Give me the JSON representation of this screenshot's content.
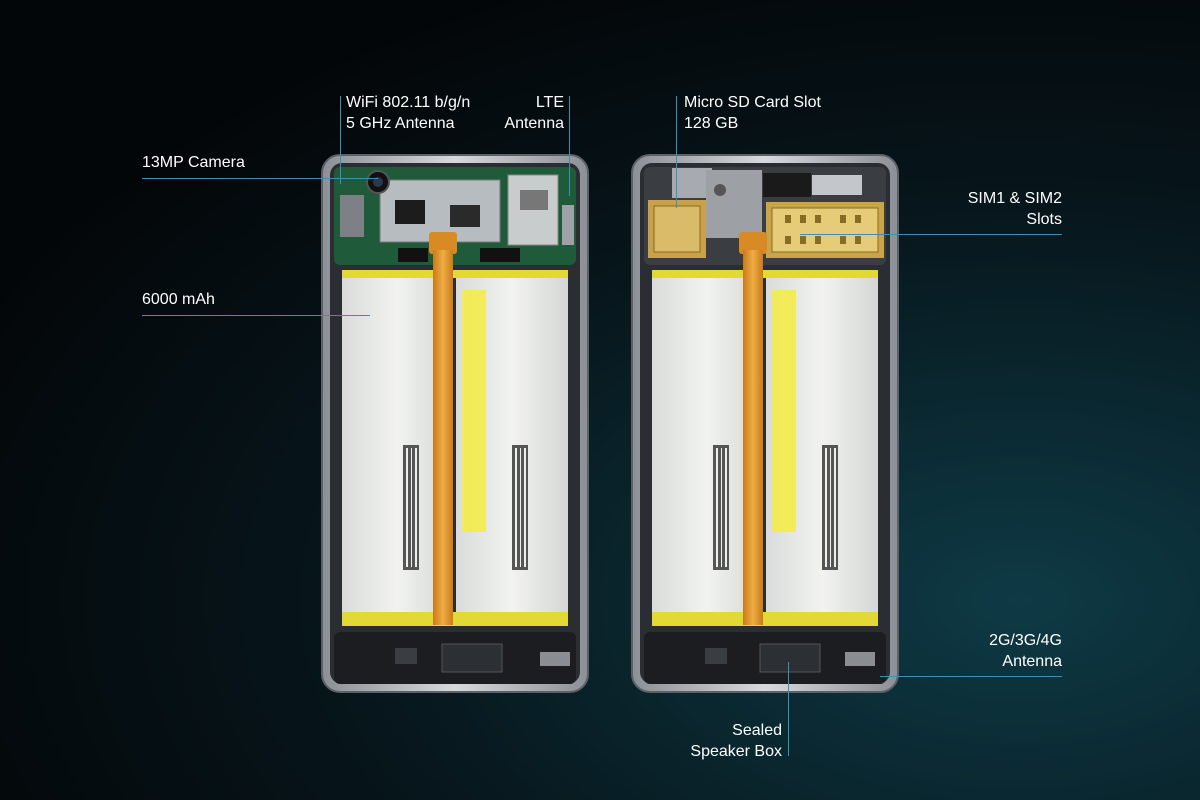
{
  "callouts": {
    "camera": "13MP Camera",
    "wifi_line1": "WiFi 802.11 b/g/n",
    "wifi_line2": "5 GHz Antenna",
    "lte_line1": "LTE",
    "lte_line2": "Antenna",
    "battery": "6000 mAh",
    "microsd_line1": "Micro SD Card Slot",
    "microsd_line2": "128 GB",
    "sim_line1": "SIM1 & SIM2",
    "sim_line2": "Slots",
    "antenna_line1": "2G/3G/4G",
    "antenna_line2": "Antenna",
    "speaker_line1": "Sealed",
    "speaker_line2": "Speaker Box"
  },
  "colors": {
    "callout_line": "#3e8fb5",
    "battery_cell": "#e9ecea",
    "flex_cable": "#e8a23a",
    "frame": "#b8bcc2",
    "pcb": "#1f5a3a"
  }
}
